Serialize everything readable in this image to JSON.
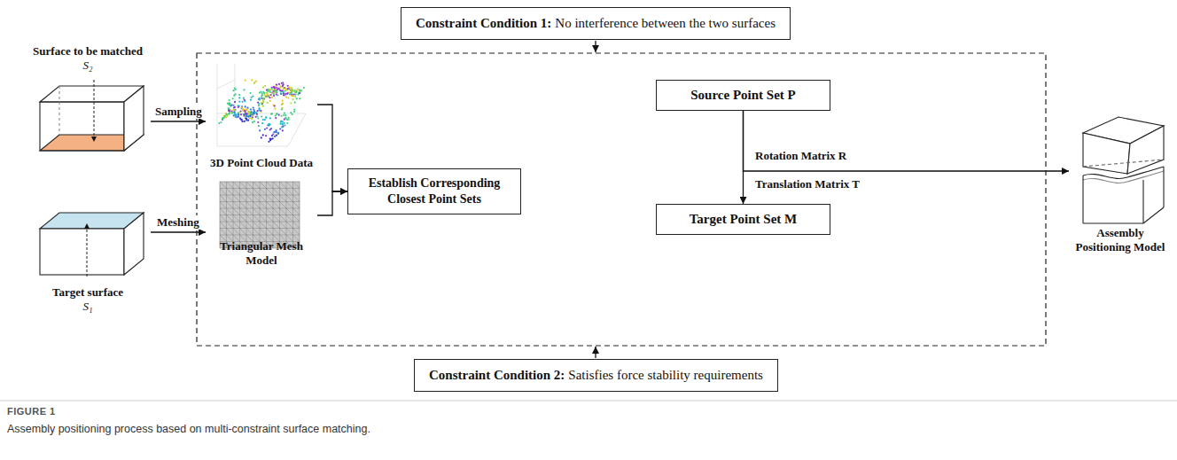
{
  "diagram": {
    "caption": "Assembly positioning process based on multi-constraint surface matching.",
    "nodes": [
      {
        "text": [
          "Constraint Condition 1:",
          "No interference between the two surfaces"
        ]
      },
      {
        "text": [
          "Surface to be matched",
          "S₂"
        ]
      },
      {
        "text": [
          "Target surface",
          "S₁"
        ]
      },
      {
        "text": [
          "3D Point Cloud Data"
        ]
      },
      {
        "text": [
          "Triangular Mesh Model"
        ]
      },
      {
        "text": [
          "Establish Corresponding Closest Point Sets"
        ]
      },
      {
        "text": [
          "Source Point Set P"
        ]
      },
      {
        "text": [
          "Target Point Set M"
        ]
      },
      {
        "text": [
          "Assembly Positioning Model"
        ]
      },
      {
        "text": [
          "Constraint Condition 2:",
          "Satisfies force stability requirements"
        ]
      }
    ],
    "edges": [
      {
        "from": 1,
        "to": 3,
        "arrow": "to",
        "label": "Sampling"
      },
      {
        "from": 2,
        "to": 4,
        "arrow": "to",
        "label": "Meshing"
      },
      {
        "from": 3,
        "to": 5,
        "arrow": "to"
      },
      {
        "from": 4,
        "to": 5,
        "arrow": "to"
      },
      {
        "from": 6,
        "to": 7,
        "arrow": "to"
      },
      {
        "from": 6,
        "to": 8,
        "arrow": "to"
      }
    ],
    "labels": [
      "Rotation Matrix R",
      "Translation Matrix T",
      "FIGURE 1"
    ]
  }
}
